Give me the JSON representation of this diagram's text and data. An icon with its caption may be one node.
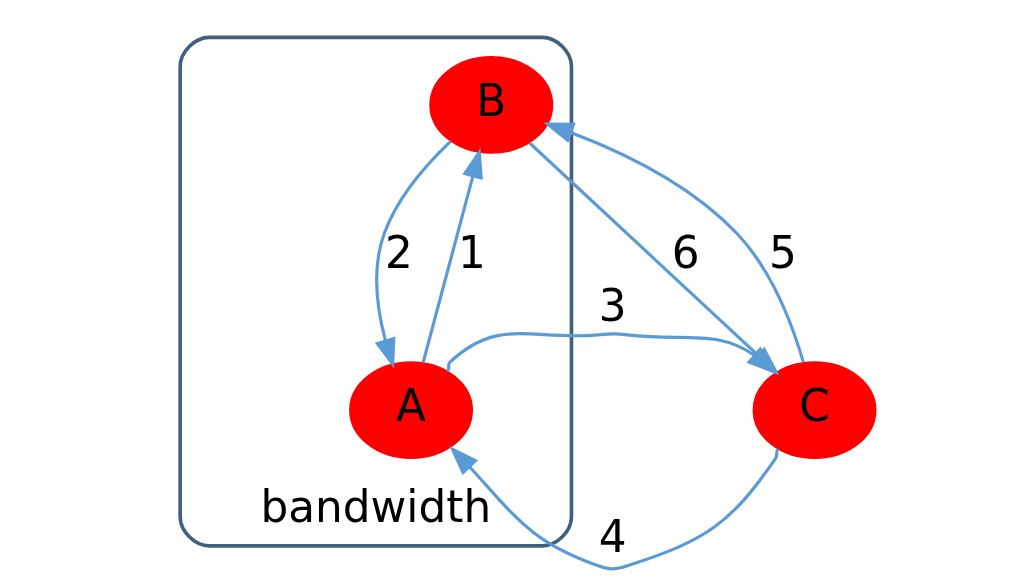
{
  "diagram": {
    "nodes": [
      {
        "text": [
          "bandwidth"
        ]
      },
      {
        "text": [
          "B"
        ],
        "in": 0
      },
      {
        "text": [
          "A"
        ],
        "in": 0
      },
      {
        "text": [
          "C"
        ]
      }
    ],
    "edges": [
      {
        "from": 2,
        "to": 1,
        "arrow": "to",
        "label": "1"
      },
      {
        "from": 1,
        "to": 2,
        "arrow": "to",
        "label": "2"
      },
      {
        "from": 2,
        "to": 3,
        "arrow": "to",
        "label": "3"
      },
      {
        "from": 3,
        "to": 2,
        "arrow": "to",
        "label": "4"
      },
      {
        "from": 3,
        "to": 1,
        "arrow": "to",
        "label": "5"
      },
      {
        "from": 1,
        "to": 3,
        "arrow": "to",
        "label": "6"
      }
    ]
  }
}
